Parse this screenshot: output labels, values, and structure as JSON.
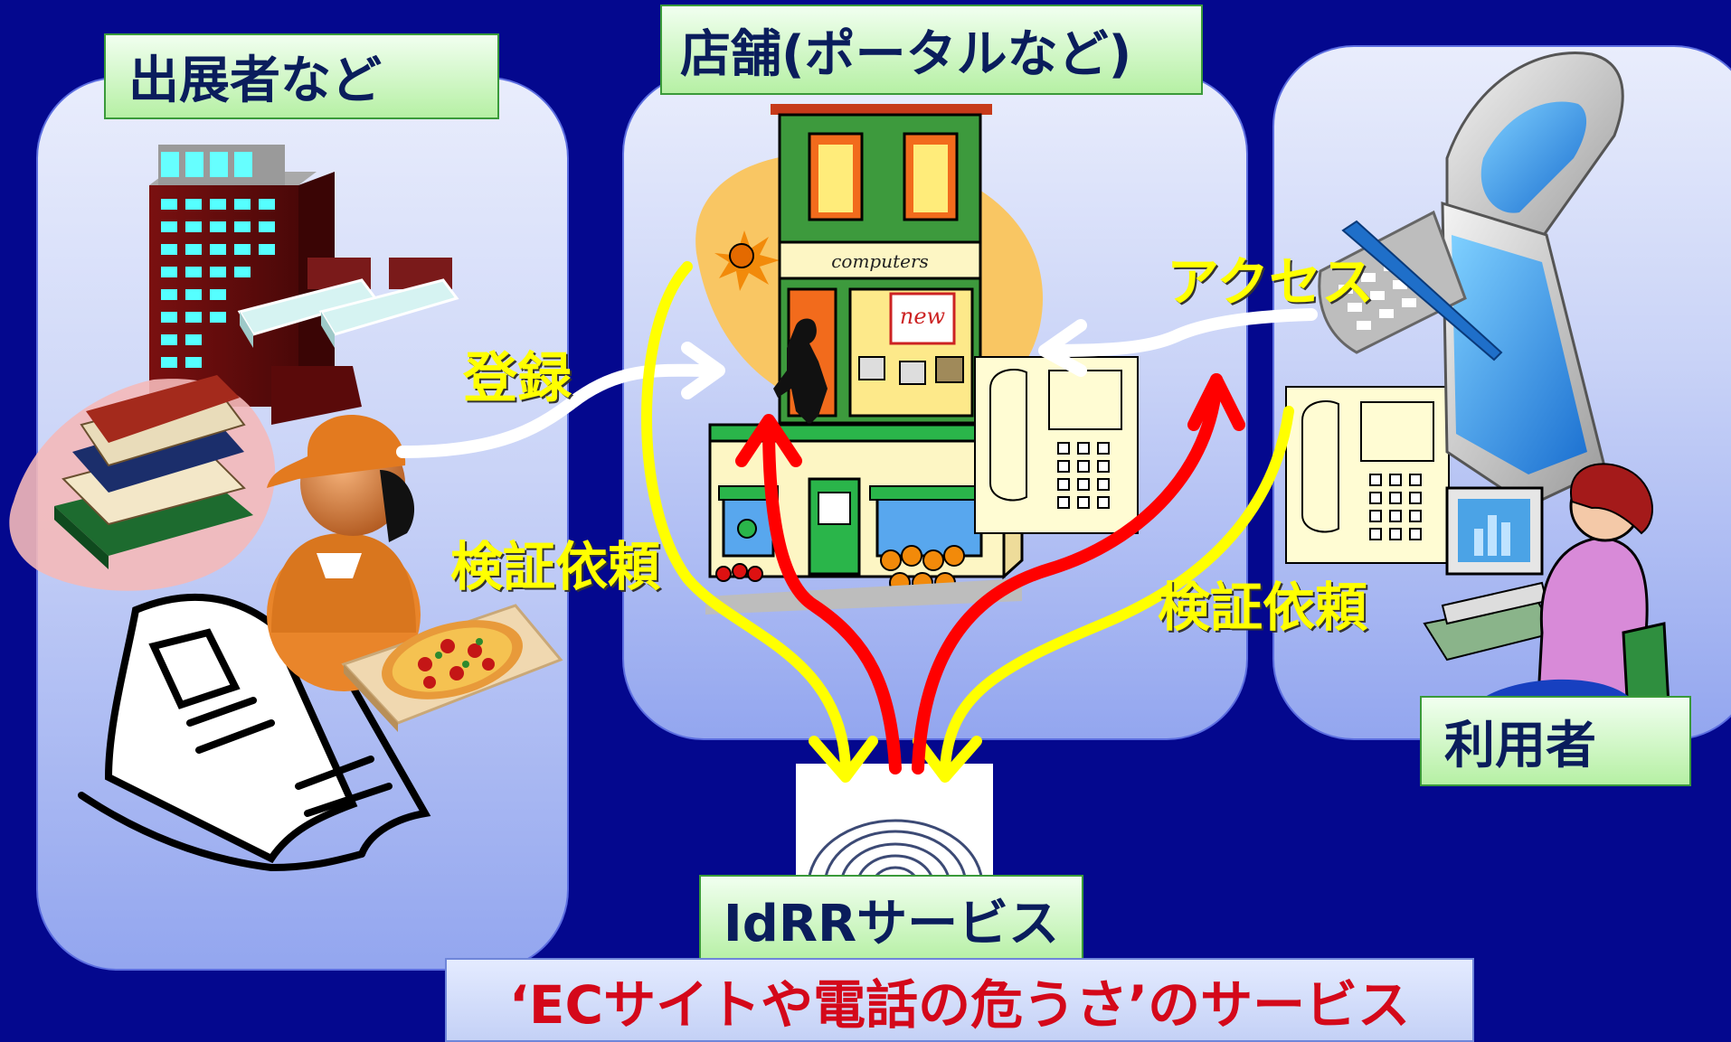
{
  "panels": {
    "exhibitors": {
      "label": "出展者など"
    },
    "store": {
      "label": "店舗(ポータルなど)",
      "sign_text": "computers",
      "window_text": "new"
    },
    "users": {
      "label": "利用者"
    }
  },
  "arrows": {
    "register": "登録",
    "verify_left": "検証依頼",
    "access": "アクセス",
    "verify_right": "検証依頼"
  },
  "service": {
    "label": "IdRRサービス"
  },
  "bottom_title": "‘ECサイトや電話の危うさ’のサービス",
  "colors": {
    "background": "#04088e",
    "arrow_yellow": "#ffff00",
    "arrow_red": "#ff0000",
    "arrow_white": "#ffffff",
    "title_red": "#d4081a"
  }
}
